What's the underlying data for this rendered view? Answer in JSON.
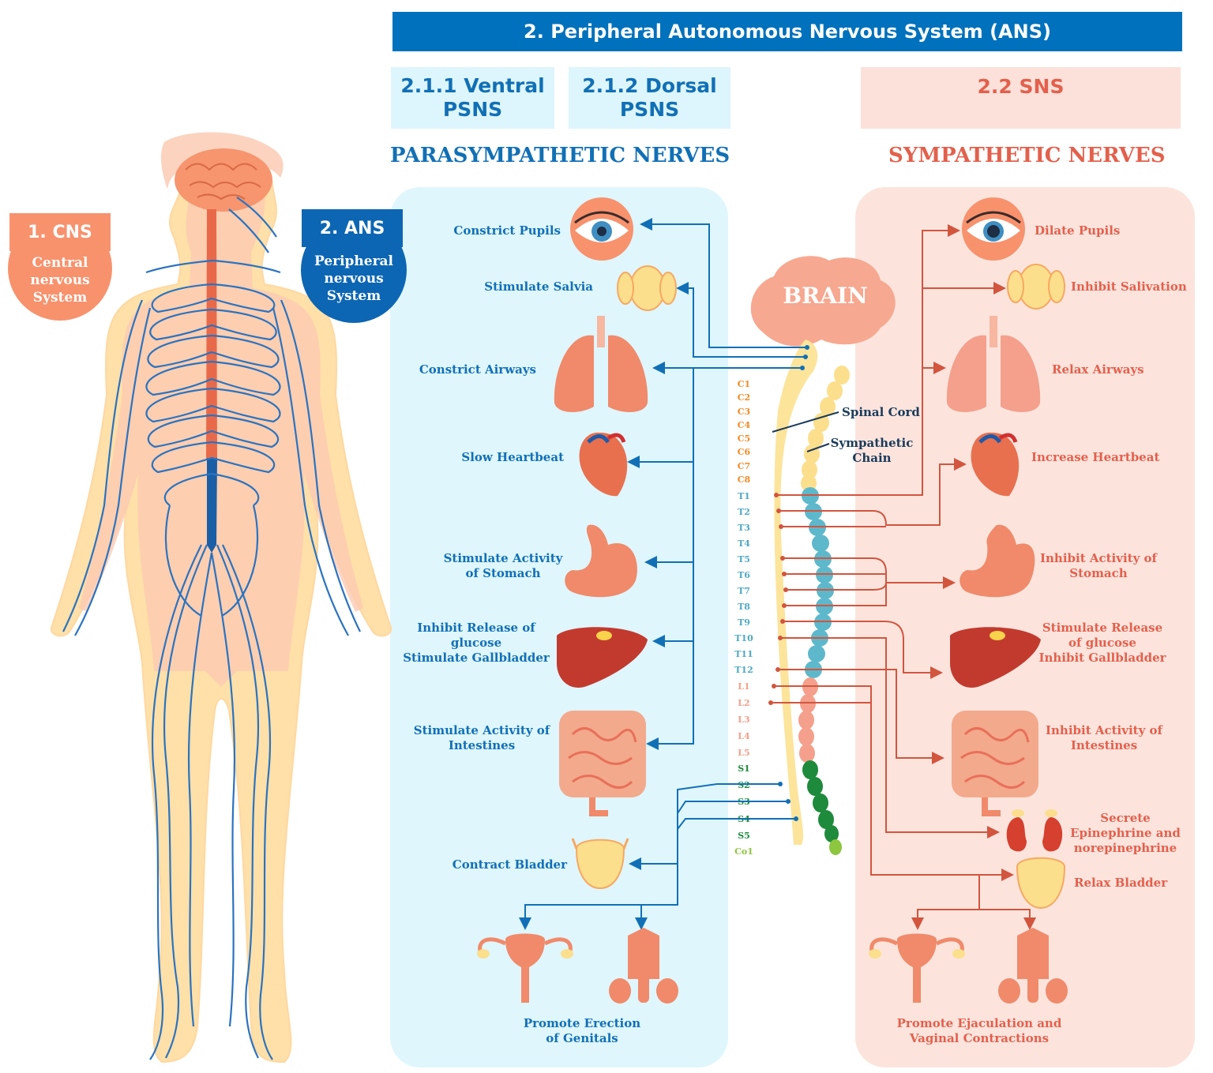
{
  "header": {
    "banner": "2. Peripheral Autonomous Nervous System (ANS)",
    "ventral": "2.1.1 Ventral\nPSNS",
    "dorsal": "2.1.2 Dorsal\nPSNS",
    "sns": "2.2 SNS",
    "parasympathetic_title": "PARASYMPATHETIC NERVES",
    "sympathetic_title": "SYMPATHETIC NERVES"
  },
  "body": {
    "cns_tag": "1. CNS",
    "cns_desc": [
      "Central",
      "nervous",
      "System"
    ],
    "ans_tag": "2. ANS",
    "ans_desc": [
      "Peripheral",
      "nervous",
      "System"
    ]
  },
  "center": {
    "brain": "BRAIN",
    "spinal_cord": "Spinal Cord",
    "sympathetic_chain": [
      "Sympathetic",
      "Chain"
    ]
  },
  "parasympathetic": {
    "pupils": [
      "Constrict Pupils"
    ],
    "salivation": [
      "Stimulate Salvia"
    ],
    "airways": [
      "Constrict Airways"
    ],
    "heart": [
      "Slow Heartbeat"
    ],
    "stomach": [
      "Stimulate Activity",
      "of Stomach"
    ],
    "liver": [
      "Inhibit Release of",
      "glucose",
      "Stimulate Gallbladder"
    ],
    "intestines": [
      "Stimulate Activity of",
      "Intestines"
    ],
    "bladder": [
      "Contract Bladder"
    ],
    "genitals": [
      "Promote Erection",
      "of Genitals"
    ]
  },
  "sympathetic": {
    "pupils": [
      "Dilate Pupils"
    ],
    "salivation": [
      "Inhibit Salivation"
    ],
    "airways": [
      "Relax Airways"
    ],
    "heart": [
      "Increase Heartbeat"
    ],
    "stomach": [
      "Inhibit Activity of",
      "Stomach"
    ],
    "liver": [
      "Stimulate Release",
      "of glucose",
      "Inhibit Gallbladder"
    ],
    "intestines": [
      "Inhibit Activity of",
      "Intestines"
    ],
    "adrenal": [
      "Secrete",
      "Epinephrine and",
      "norepinephrine"
    ],
    "bladder": [
      "Relax Bladder"
    ],
    "genitals": [
      "Promote Ejaculation and",
      "Vaginal Contractions"
    ]
  },
  "vertebrae": {
    "cervical": [
      "C1",
      "C2",
      "C3",
      "C4",
      "C5",
      "C6",
      "C7",
      "C8"
    ],
    "thoracic": [
      "T1",
      "T2",
      "T3",
      "T4",
      "T5",
      "T6",
      "T7",
      "T8",
      "T9",
      "T10",
      "T11",
      "T12"
    ],
    "lumbar": [
      "L1",
      "L2",
      "L3",
      "L4",
      "L5"
    ],
    "sacral": [
      "S1",
      "S2",
      "S3",
      "S4",
      "S5"
    ],
    "coccygeal": [
      "Co1"
    ]
  },
  "colors": {
    "para_blue": "#1170B5",
    "symp_red": "#E3604C",
    "para_bg": "#DFF6FD",
    "symp_bg": "#FCE4DD",
    "cervical": "#F08A24",
    "thoracic": "#5BB8D1",
    "lumbar": "#F4A08C",
    "sacral": "#1E8A3C"
  }
}
